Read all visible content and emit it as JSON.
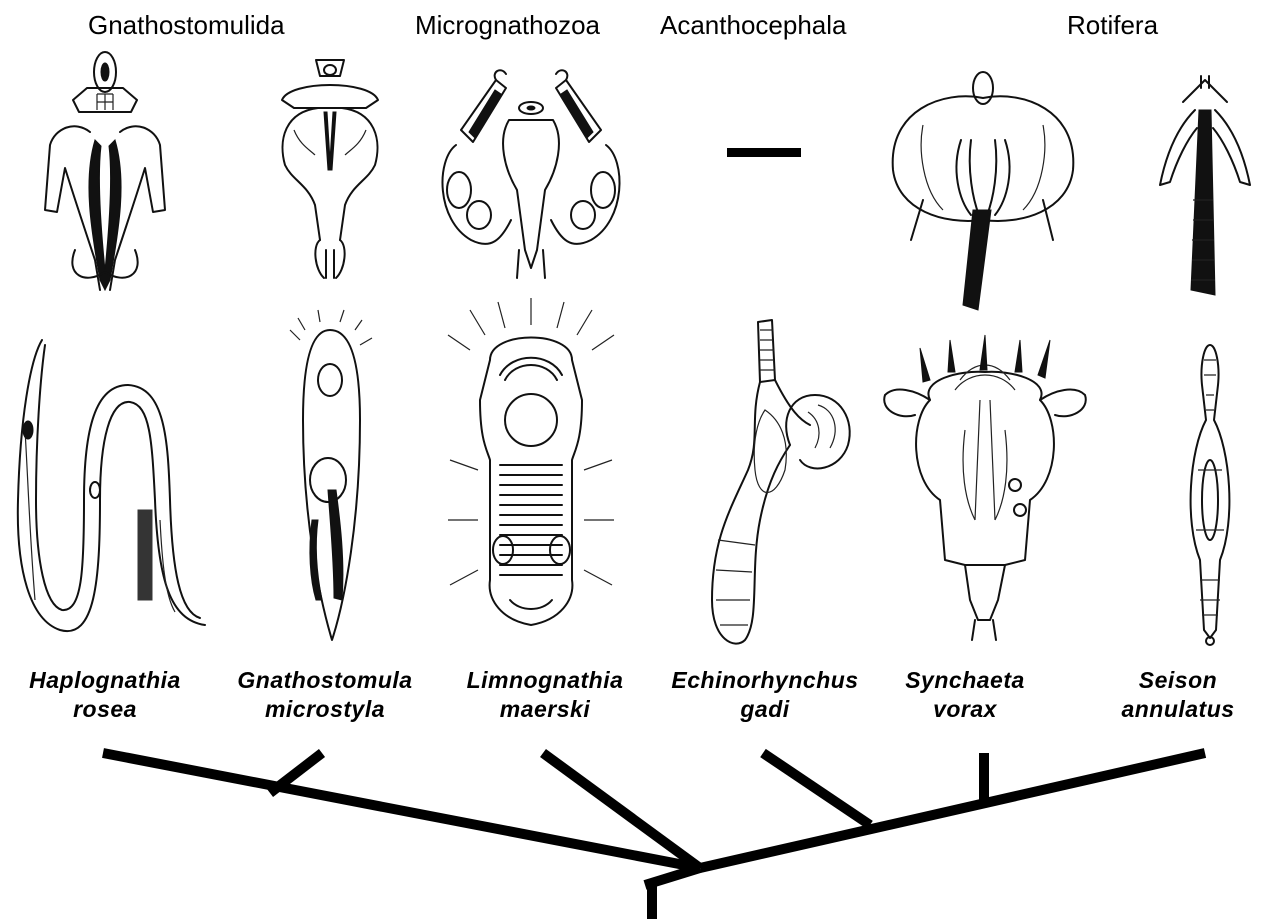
{
  "groups": [
    {
      "name": "Gnathostomulida"
    },
    {
      "name": "Micrognathozoa"
    },
    {
      "name": "Acanthocephala"
    },
    {
      "name": "Rotifera"
    }
  ],
  "species": [
    {
      "genus": "Haplognathia",
      "epithet": "rosea"
    },
    {
      "genus": "Gnathostomula",
      "epithet": "microstyla"
    },
    {
      "genus": "Limnognathia",
      "epithet": "maerski"
    },
    {
      "genus": "Echinorhynchus",
      "epithet": "gadi"
    },
    {
      "genus": "Synchaeta",
      "epithet": "vorax"
    },
    {
      "genus": "Seison",
      "epithet": "annulatus"
    }
  ],
  "illustrations": {
    "jaw_row": [
      "jaw-haplognathia",
      "jaw-gnathostomula",
      "jaw-limnognathia",
      "jaw-absent-bar",
      "jaw-synchaeta",
      "jaw-seison"
    ],
    "body_row": [
      "body-haplognathia",
      "body-gnathostomula",
      "body-limnognathia",
      "body-echinorhynchus",
      "body-synchaeta",
      "body-seison"
    ]
  },
  "colors": {
    "ink": "#000000",
    "background": "#ffffff"
  }
}
